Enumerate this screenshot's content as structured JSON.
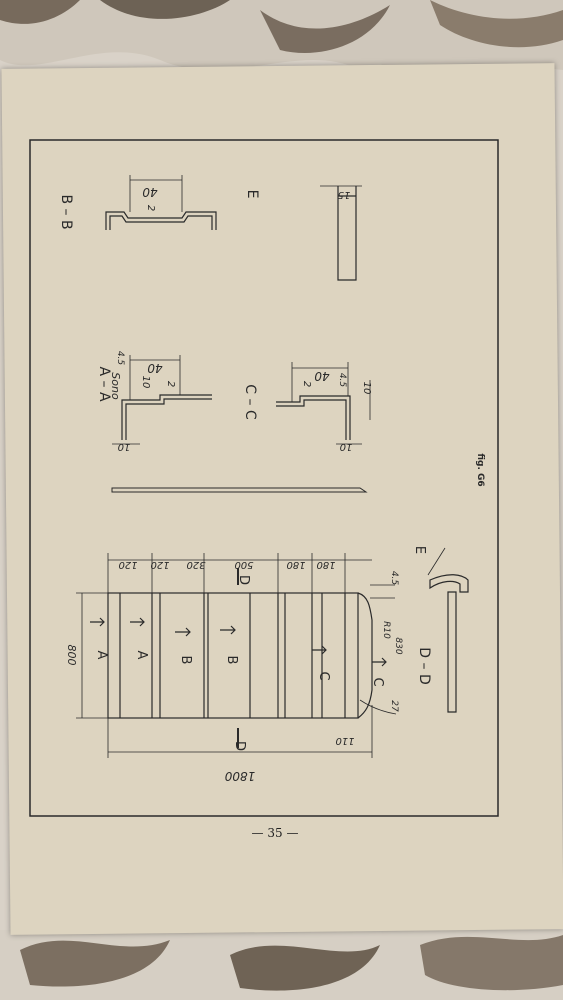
{
  "page_number": "— 35 —",
  "figure_label": "fig. G6",
  "main_view": {
    "dimensions": {
      "total_length": "1800",
      "width": "800",
      "end_offset": "110",
      "strip_1": "120",
      "strip_2": "120",
      "strip_3": "320",
      "strip_4": "500",
      "strip_5": "180",
      "strip_6": "180",
      "radius": "R10",
      "bottom": "830",
      "edge": "4.5",
      "angle": "27"
    },
    "section_marks": [
      "A",
      "A",
      "B",
      "B",
      "C",
      "C",
      "D",
      "D"
    ]
  },
  "sections": {
    "aa": {
      "title": "A – A",
      "note": "Sono",
      "dims": [
        "40",
        "10",
        "2",
        "4.5",
        "10"
      ]
    },
    "bb": {
      "title": "B – B",
      "dims": [
        "40",
        "2"
      ]
    },
    "cc": {
      "title": "C – C",
      "dims": [
        "40",
        "2",
        "4.5",
        "10",
        "10"
      ]
    },
    "dd": {
      "title": "D – D",
      "label_e": "E"
    },
    "e": {
      "title": "E",
      "dims": [
        "15"
      ]
    }
  },
  "colors": {
    "paper": "#ddd4c0",
    "ink": "#2a2a2a"
  }
}
